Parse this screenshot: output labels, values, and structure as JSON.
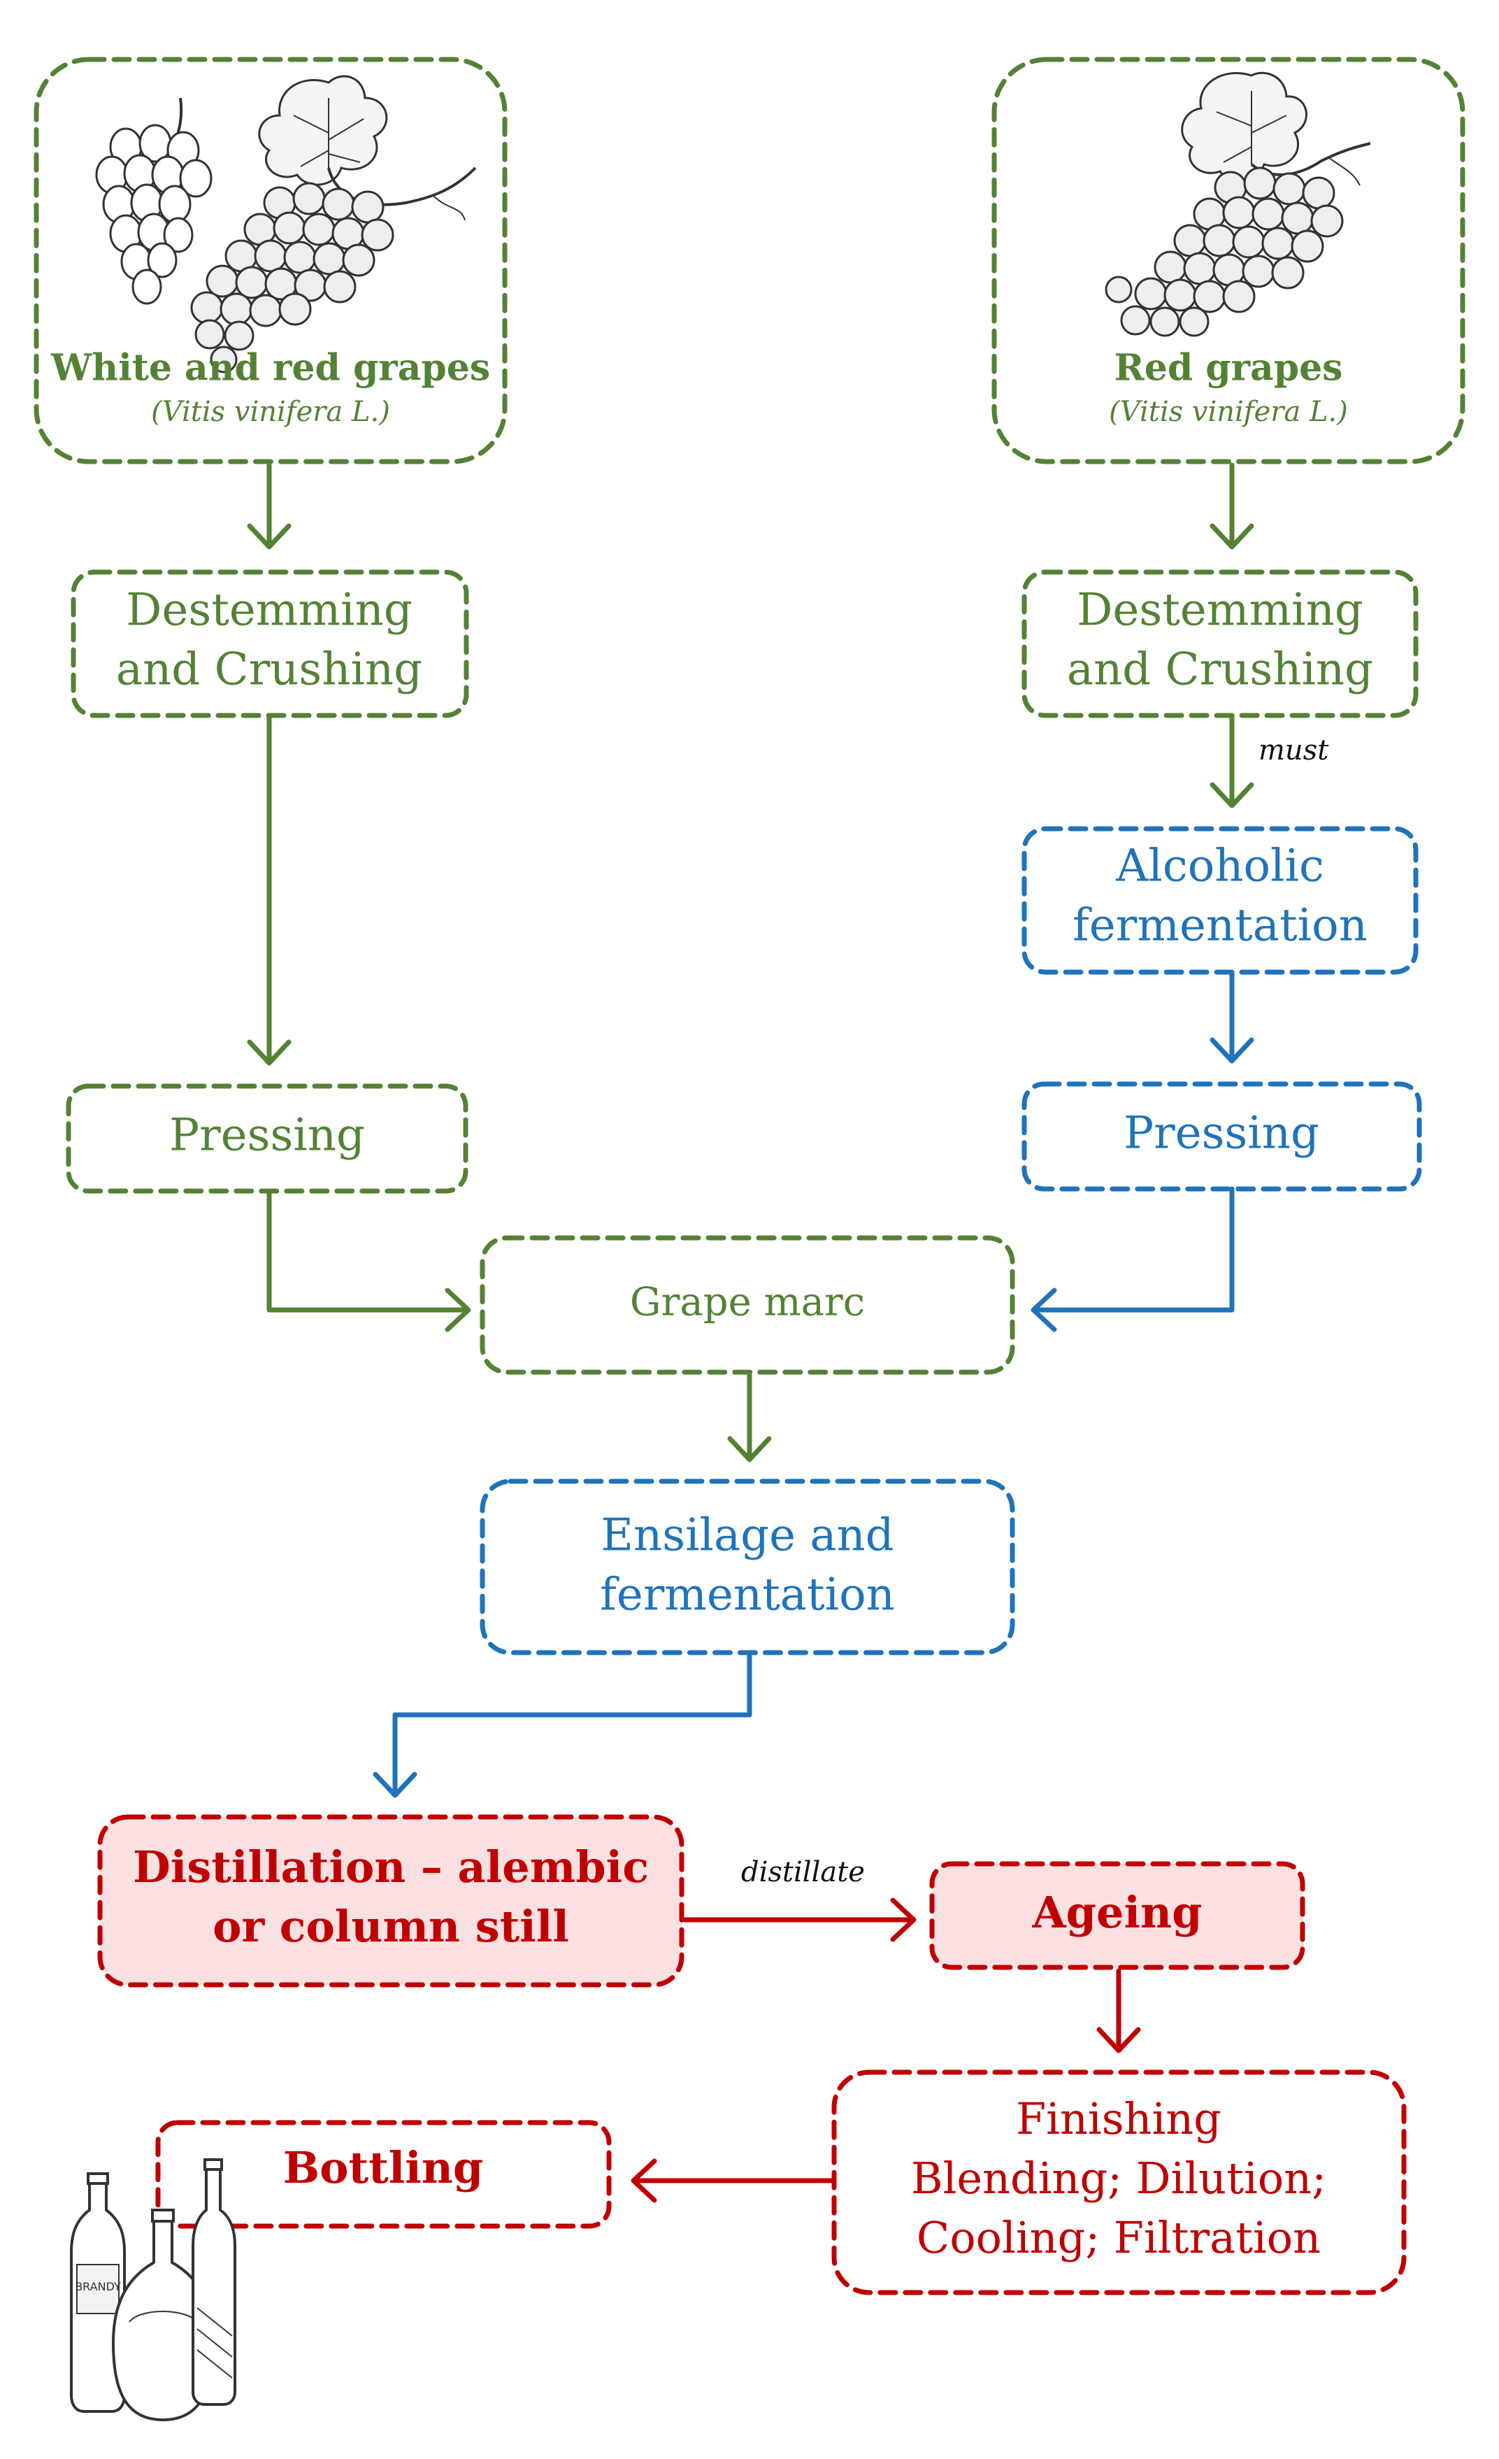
{
  "colors": {
    "green": "#548235",
    "blue": "#1f73bb",
    "red": "#c00000",
    "red_fill": "#fbe0e2",
    "ink": "#222222",
    "edge_label": "#111111"
  },
  "nodes": {
    "white_red_grapes": {
      "title": "White and red grapes",
      "subtitle": "(Vitis vinifera L.)",
      "icon": "white-and-red-grape-bunches-illustration"
    },
    "red_grapes": {
      "title": "Red grapes",
      "subtitle": "(Vitis vinifera L.)",
      "icon": "red-grape-bunch-illustration"
    },
    "destem_left": {
      "lines": [
        "Destemming",
        "and Crushing"
      ]
    },
    "destem_right": {
      "lines": [
        "Destemming",
        "and Crushing"
      ]
    },
    "alcoholic_fermentation": {
      "lines": [
        "Alcoholic",
        "fermentation"
      ]
    },
    "pressing_left": {
      "lines": [
        "Pressing"
      ]
    },
    "pressing_right": {
      "lines": [
        "Pressing"
      ]
    },
    "grape_marc": {
      "lines": [
        "Grape marc"
      ]
    },
    "ensilage": {
      "lines": [
        "Ensilage and",
        "fermentation"
      ]
    },
    "distillation": {
      "lines": [
        "Distillation – alembic",
        "or column still"
      ]
    },
    "ageing": {
      "lines": [
        "Ageing"
      ]
    },
    "finishing": {
      "lines": [
        "Finishing",
        "Blending; Dilution;",
        "Cooling; Filtration"
      ]
    },
    "bottling": {
      "lines": [
        "Bottling"
      ],
      "icon": "brandy-bottles-illustration",
      "bottle_label": "BRANDY"
    }
  },
  "edge_labels": {
    "must": "must",
    "distillate": "distillate"
  }
}
